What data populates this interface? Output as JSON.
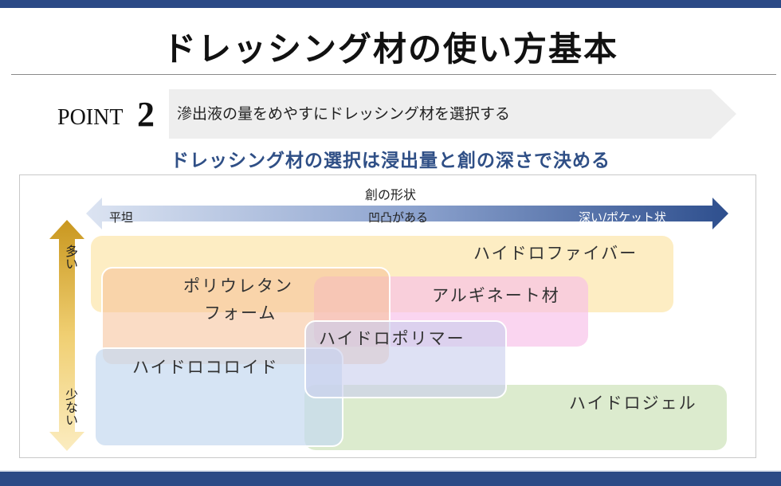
{
  "title": "ドレッシング材の使い方基本",
  "point": {
    "label": "POINT",
    "number": "2",
    "text": "滲出液の量をめやすにドレッシング材を選択する"
  },
  "subtitle": "ドレッシング材の選択は浸出量と創の深さで決める",
  "diagram": {
    "x_axis": {
      "title": "創の形状",
      "left": "平坦",
      "middle": "凹凸がある",
      "right": "深い/ポケット状"
    },
    "y_axis": {
      "top": "多い",
      "bottom": "少ない"
    },
    "materials": [
      {
        "name": "ハイドロファイバー",
        "color": "#fbe9b8"
      },
      {
        "name": "アルギネート材",
        "color": "#f8c8ea"
      },
      {
        "name": "ポリウレタンフォーム",
        "line1": "ポリウレタン",
        "line2": "フォーム",
        "color": "#f6c8a4"
      },
      {
        "name": "ハイドロジェル",
        "color": "#dbe9cc"
      },
      {
        "name": "ハイドロコロイド",
        "color": "#cfdff0"
      },
      {
        "name": "ハイドロポリマー",
        "color": "#d4d8ef"
      }
    ]
  }
}
